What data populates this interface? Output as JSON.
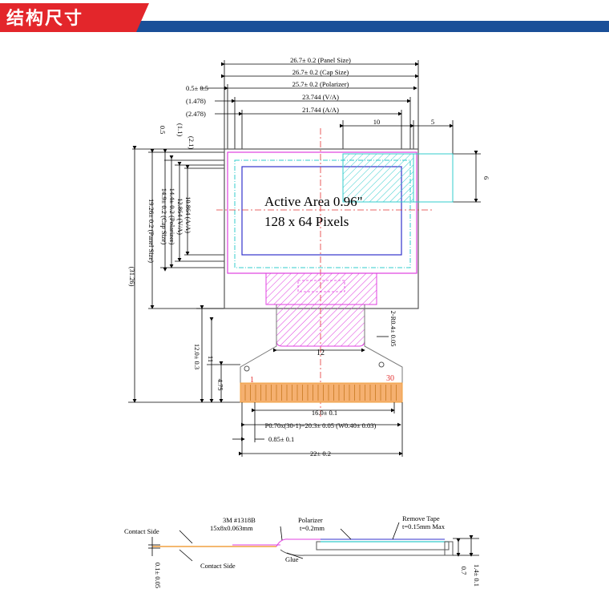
{
  "header": {
    "title": "结构尺寸"
  },
  "colors": {
    "banner_red": "#e3262b",
    "banner_blue": "#1a4f98",
    "magenta": "#e040e0",
    "cyan": "#33cccc",
    "blue": "#3333cc",
    "orange": "#f0a040",
    "red_dash": "#e33333"
  },
  "top_dims": [
    "26.7± 0.2 (Panel Size)",
    "26.7± 0.2 (Cap Size)",
    "25.7± 0.2 (Polarizer)",
    "23.744 (V/A)",
    "21.744 (A/A)"
  ],
  "top_left_labels": [
    "0.5± 0.5",
    "(1.478)",
    "(2.478)"
  ],
  "small_dims": {
    "ten": "10",
    "five": "5",
    "six": "6"
  },
  "left_dims": [
    "19.26± 0.2 (Panel Size)",
    "14.9± 0.2 (Cap Size)",
    "14.4± 0.2 (Polarizer)",
    "12.864 (V/A)",
    "10.864 (A/A)"
  ],
  "left_small_labels": [
    "0.5",
    "(1.1)",
    "(2.1)"
  ],
  "overall_height": "(31.26)",
  "active_area": {
    "line1": "Active Area 0.96\"",
    "line2": "128 x 64 Pixels"
  },
  "fpc": {
    "pin_first": "1",
    "pin_last": "30",
    "width_12": "12",
    "radius": "2-R0.4± 0.05",
    "height_12": "12.0± 0.3",
    "height_11": "11",
    "height_475": "4.75"
  },
  "bottom_dims": [
    "16.0± 0.1",
    "P0.70x(30-1)=20.3± 0.05 (W0.40± 0.03)",
    "0.85± 0.1",
    "22± 0.2"
  ],
  "side_view": {
    "contact_side_left": "Contact Side",
    "contact_side_bottom": "Contact Side",
    "tape_line1": "3M #1318B",
    "tape_line2": "15x8x0.063mm",
    "polarizer_line1": "Polarizer",
    "polarizer_line2": "t=0.2mm",
    "remove_tape_line1": "Remove Tape",
    "remove_tape_line2": "t=0.15mm Max",
    "glue": "Glue",
    "thick_01": "0.1± 0.05",
    "thick_07": "0.7",
    "thick_14": "1.4± 0.1"
  }
}
